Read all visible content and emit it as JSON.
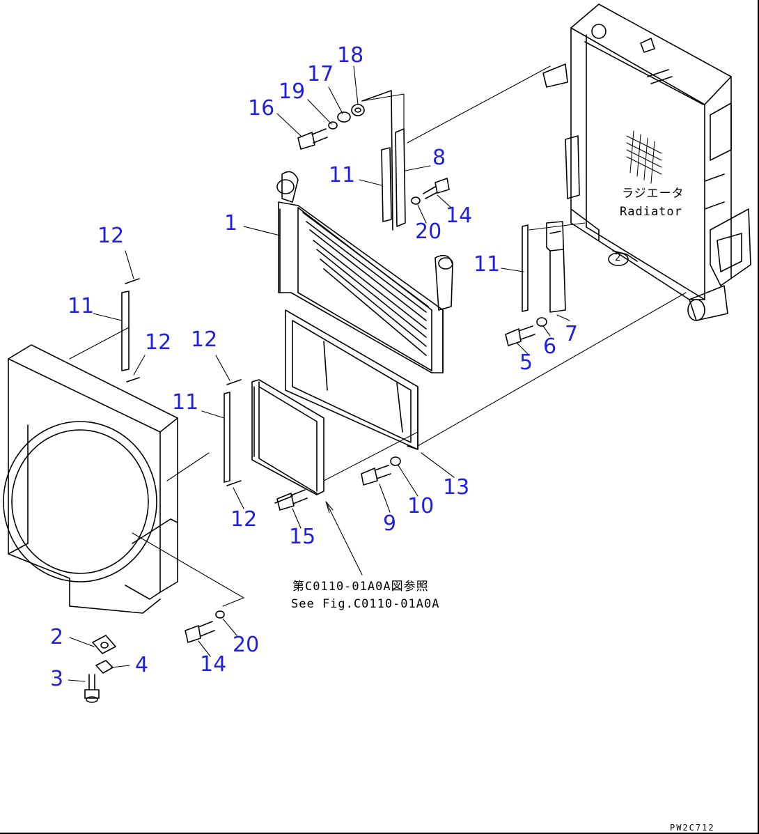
{
  "callouts": {
    "p1": "1",
    "p2": "2",
    "p3": "3",
    "p4": "4",
    "p5": "5",
    "p6": "6",
    "p7": "7",
    "p8": "8",
    "p9": "9",
    "p10": "10",
    "p11": "11",
    "p12": "12",
    "p13": "13",
    "p14": "14",
    "p15": "15",
    "p16": "16",
    "p17": "17",
    "p18": "18",
    "p19": "19",
    "p20": "20"
  },
  "annotations": {
    "radiator_jp": "ラジエータ",
    "radiator_en": "Radiator",
    "ref_jp": "第C0110-01A0A図参照",
    "ref_en": "See Fig.C0110-01A0A",
    "circle_ref": "2"
  },
  "footer": {
    "drawing_code": "PW2C712"
  },
  "colors": {
    "callout": "#1f1fe0",
    "line": "#000000",
    "background": "#ffffff"
  }
}
